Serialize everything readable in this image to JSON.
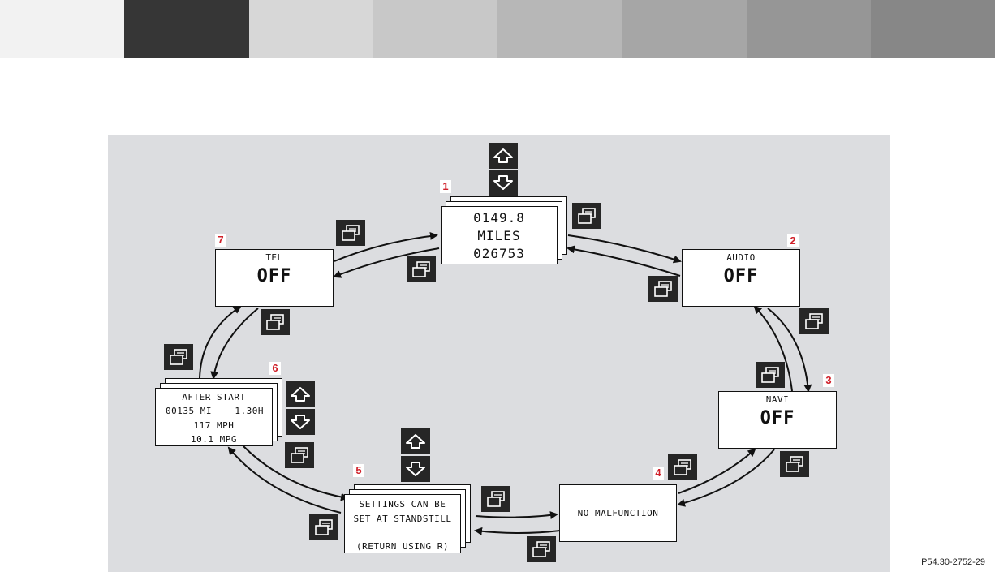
{
  "swatch_colors": [
    "#f2f2f2",
    "#363636",
    "#d7d7d7",
    "#c8c8c8",
    "#b7b7b7",
    "#a6a6a6",
    "#969696",
    "#878787"
  ],
  "colors": {
    "panel": "#dcdde0",
    "badge_text": "#d0202a",
    "button": "#262626",
    "arrow": "#111111"
  },
  "icons": {
    "scroll_up": "up-arrow-icon",
    "scroll_down": "down-arrow-icon",
    "page": "page-stack-icon"
  },
  "screens": {
    "s1": {
      "number": "1",
      "line1": "0149.8",
      "line2": "MILES",
      "line3": "026753"
    },
    "s2": {
      "number": "2",
      "label": "AUDIO",
      "value": "OFF"
    },
    "s3": {
      "number": "3",
      "label": "NAVI",
      "value": "OFF"
    },
    "s4": {
      "number": "4",
      "text": "NO MALFUNCTION"
    },
    "s5": {
      "number": "5",
      "line1": "SETTINGS CAN BE",
      "line2": "SET AT STANDSTILL",
      "line3": "(RETURN USING R)"
    },
    "s6": {
      "number": "6",
      "title": "AFTER START",
      "distance": "00135 MI",
      "time": "1.30H",
      "speed": "117 MPH",
      "economy": "10.1 MPG"
    },
    "s7": {
      "number": "7",
      "label": "TEL",
      "value": "OFF"
    }
  },
  "figure_code": "P54.30-2752-29"
}
